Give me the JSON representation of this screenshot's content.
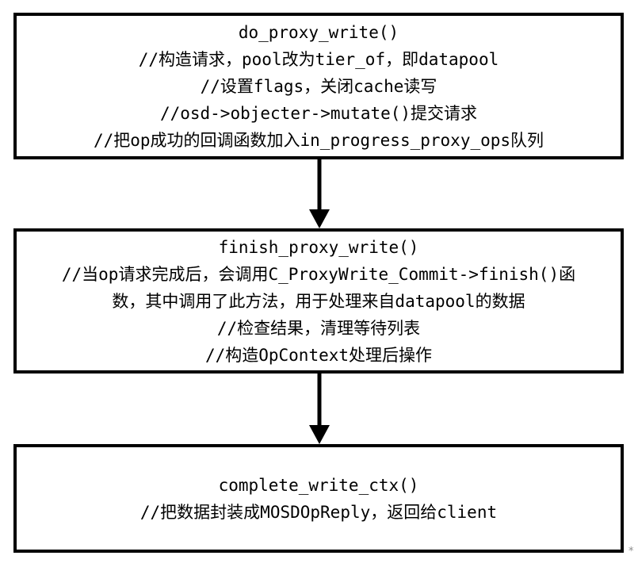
{
  "diagram": {
    "colors": {
      "background": "#ffffff",
      "box_border": "#000000",
      "text": "#000000",
      "arrow": "#000000",
      "stray_mark": "#8c8c8c"
    },
    "boxes": [
      {
        "title": "do_proxy_write()",
        "comment_lines": [
          "//构造请求，pool改为tier_of，即datapool",
          "//设置flags，关闭cache读写",
          "//osd->objecter->mutate()提交请求",
          "//把op成功的回调函数加入in_progress_proxy_ops队列"
        ]
      },
      {
        "title": "finish_proxy_write()",
        "comment_lines": [
          "//当op请求完成后，会调用C_ProxyWrite_Commit->finish()函",
          "数，其中调用了此方法，用于处理来自datapool的数据",
          "//检查结果，清理等待列表",
          "//构造OpContext处理后操作"
        ]
      },
      {
        "title": "complete_write_ctx()",
        "comment_lines": [
          "//把数据封装成MOSDOpReply，返回给client"
        ]
      }
    ],
    "connectors": [
      {
        "from": "do_proxy_write()",
        "to": "finish_proxy_write()",
        "direction": "down"
      },
      {
        "from": "finish_proxy_write()",
        "to": "complete_write_ctx()",
        "direction": "down"
      }
    ],
    "stray_mark": "*"
  }
}
